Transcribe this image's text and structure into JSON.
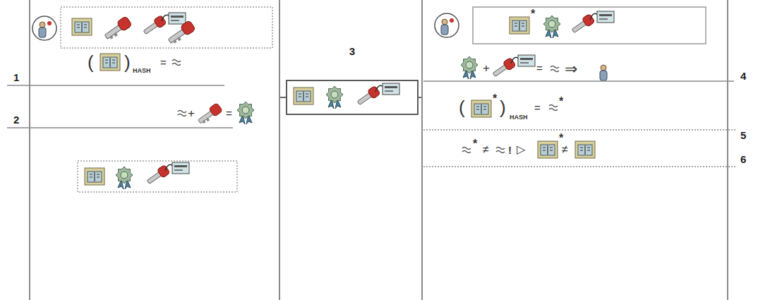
{
  "diagram": {
    "nodes": [
      {
        "text": [
          "1",
          "2"
        ]
      },
      {
        "text": [
          "3"
        ]
      },
      {
        "text": [
          "4",
          "5",
          "6"
        ]
      }
    ],
    "edges": [
      {
        "from": 0,
        "to": 1,
        "arrow": "none"
      },
      {
        "from": 1,
        "to": 2,
        "arrow": "none"
      }
    ],
    "labels": [
      "(",
      ")",
      "HASH",
      "=",
      "+",
      "=",
      "+",
      "=",
      "⇒",
      "(",
      "*",
      ")",
      "HASH",
      "=",
      "*",
      "*",
      "*",
      "≠",
      "!",
      "▷",
      "*",
      "≠"
    ]
  }
}
